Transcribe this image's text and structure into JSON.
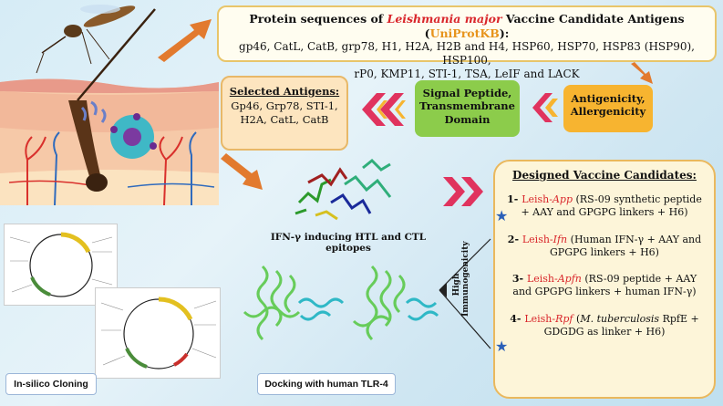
{
  "top_box": {
    "title_pre": "Protein sequences of ",
    "title_species": "Leishmania major",
    "title_mid": " Vaccine Candidate Antigens (",
    "title_db": "UniProtKB",
    "title_post": "):",
    "line1": "gp46, CatL, CatB, grp78, H1, H2A, H2B and H4, HSP60, HSP70, HSP83 (HSP90), HSP100,",
    "line2": "rP0, KMP11, STI-1, TSA, LeIF and LACK"
  },
  "antigenicity": "Antigenicity, Allergenicity",
  "signal": "Signal Peptide, Transmembrane Domain",
  "selected": {
    "heading": "Selected Antigens:",
    "line1": "Gp46, Grp78, STI-1,",
    "line2": "H2A, CatL, CatB"
  },
  "epitope_label": "IFN-γ inducing HTL and CTL epitopes",
  "high_immunogenicity": "High Immunogenicity",
  "cloning_label": "In-silico Cloning",
  "docking_label": "Docking with human TLR-4",
  "vaccines": {
    "heading": "Designed Vaccine Candidates:",
    "items": [
      {
        "num": "1- ",
        "prefix": "Leish-",
        "name": "App",
        "desc": " (RS-09 synthetic peptide + AAY and GPGPG linkers + H6)",
        "star": true
      },
      {
        "num": "2- ",
        "prefix": "Leish-",
        "name": "Ifn",
        "desc": " (Human IFN-γ + AAY and GPGPG linkers + H6)",
        "star": false
      },
      {
        "num": "3- ",
        "prefix": "Leish-",
        "name": "Apfn",
        "desc": " (RS-09 peptide + AAY and GPGPG linkers + human IFN-γ)",
        "star": false
      },
      {
        "num": "4- ",
        "prefix": "Leish-",
        "name": "Rpf",
        "desc_pre": " (",
        "desc_italic": "M. tuberculosis",
        "desc": " RpfE + GDGDG as linker + H6)",
        "star": true
      }
    ]
  },
  "colors": {
    "accent_red": "#d9262b",
    "signal_green": "#8ccc4b",
    "antigen_orange": "#f7b430",
    "star_blue": "#2b5fb8"
  }
}
